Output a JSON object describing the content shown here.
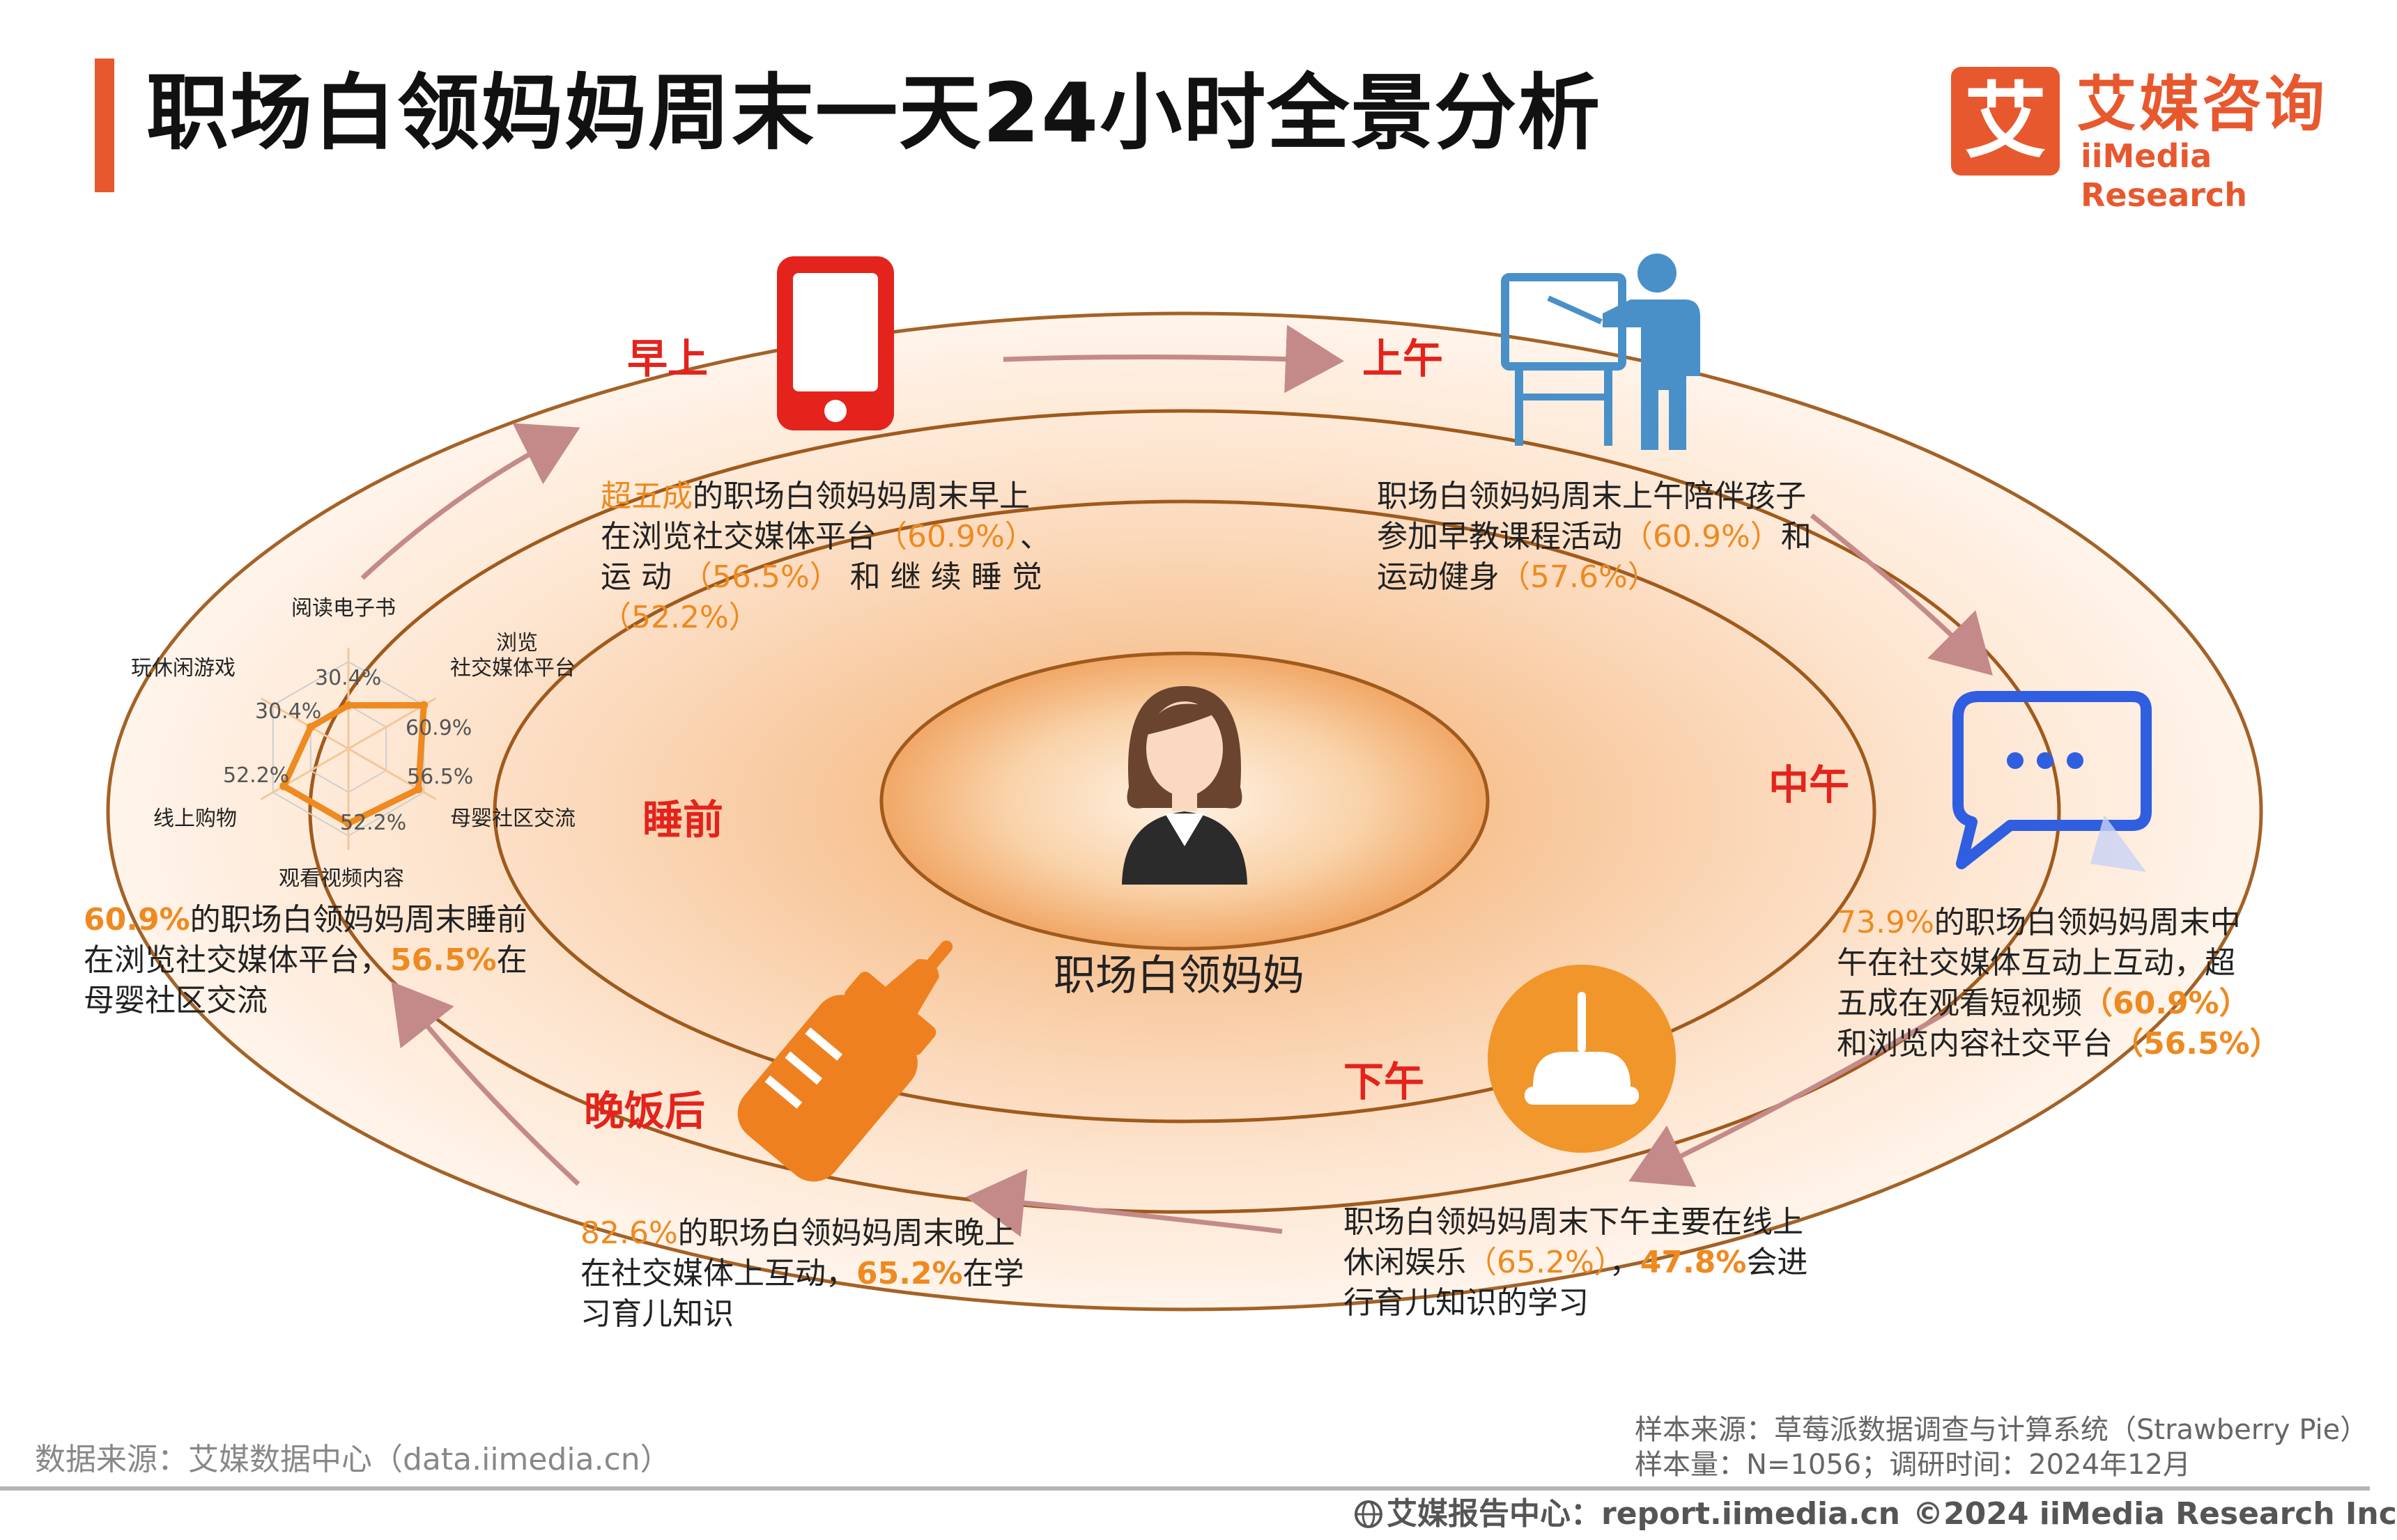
{
  "header": {
    "title": "职场白领妈妈周末一天24小时全景分析",
    "logo_mark": "艾",
    "logo_cn": "艾媒咨询",
    "logo_en": "iiMedia Research"
  },
  "center": {
    "label": "职场白领妈妈"
  },
  "periods": {
    "morning": "早上",
    "forenoon": "上午",
    "noon": "中午",
    "afternoon": "下午",
    "after_dinner": "晚饭后",
    "before_sleep": "睡前"
  },
  "descriptions": {
    "morning": {
      "lead": "超五成",
      "t1": "的职场白领妈妈周末早上",
      "t2": "在浏览社交媒体平台",
      "p1": "（60.9%）",
      "t3": "、",
      "t4": "运 动 ",
      "p2": "（56.5%）",
      "t5": " 和 继 续 睡 觉",
      "p3": "（52.2%）"
    },
    "forenoon": {
      "t1": "职场白领妈妈周末上午陪伴孩子",
      "t2": "参加早教课程活动",
      "p1": "（60.9%）",
      "t3": "和",
      "t4": "运动健身",
      "p2": "（57.6%）"
    },
    "noon": {
      "p1": "73.9%",
      "t1": "的职场白领妈妈周末中",
      "t2": "午在社交媒体互动上互动，超",
      "t3": "五成在观看短视频",
      "p2": "（60.9%）",
      "t4": "和浏览内容社交平台",
      "p3": "（56.5%）"
    },
    "afternoon": {
      "t1": "职场白领妈妈周末下午主要在线上",
      "t2": "休闲娱乐",
      "p1": "（65.2%）",
      "t3": "，",
      "p2": "47.8%",
      "t4": "会进",
      "t5": "行育儿知识的学习"
    },
    "after_dinner": {
      "p1": "82.6%",
      "t1": "的职场白领妈妈周末晚上",
      "t2": "在社交媒体上互动，",
      "p2": "65.2%",
      "t3": "在学",
      "t4": "习育儿知识"
    },
    "before_sleep": {
      "p1": "60.9%",
      "t1": "的职场白领妈妈周末睡前",
      "t2": "在浏览社交媒体平台，",
      "p2": "56.5%",
      "t3": "在",
      "t4": "母婴社区交流"
    }
  },
  "radar": {
    "axes": [
      {
        "label": "阅读电子书",
        "value": 30.4,
        "value_label": "30.4%"
      },
      {
        "label": "浏览\n社交媒体平台",
        "label_line1": "浏览",
        "label_line2": "社交媒体平台",
        "value": 60.9,
        "value_label": "60.9%"
      },
      {
        "label": "母婴社区交流",
        "value": 56.5,
        "value_label": "56.5%"
      },
      {
        "label": "观看视频内容",
        "value": 52.2,
        "value_label": "52.2%"
      },
      {
        "label": "线上购物",
        "value": 52.2,
        "value_label": "52.2%"
      },
      {
        "label": "玩休闲游戏",
        "value": 30.4,
        "value_label": "30.4%"
      }
    ],
    "max": 60.9,
    "line_color": "#ee8a20"
  },
  "colors": {
    "accent_orange": "#ee8a20",
    "period_red": "#e3231c",
    "ring_stroke": "#a05a1c",
    "arrow": "#c48a8a",
    "phone_red": "#e3231c",
    "teacher_blue": "#4a90c8",
    "chat_blue": "#2f5ee0",
    "bottle_orange": "#ee8020",
    "car_orange": "#f0962a"
  },
  "icons": {
    "morning": "smartphone-icon",
    "forenoon": "teacher-whiteboard-icon",
    "noon": "chat-bubble-icon",
    "afternoon": "bumper-car-icon",
    "after_dinner": "baby-bottle-icon",
    "center": "businesswoman-avatar-icon"
  },
  "footer": {
    "data_source": "数据来源：艾媒数据中心（data.iimedia.cn）",
    "sample_source": "样本来源：草莓派数据调查与计算系统（Strawberry Pie）",
    "sample_size": "样本量：N=1056；调研时间：2024年12月",
    "report_center": "艾媒报告中心：report.iimedia.cn",
    "copyright": "©2024  iiMedia Research  Inc"
  }
}
